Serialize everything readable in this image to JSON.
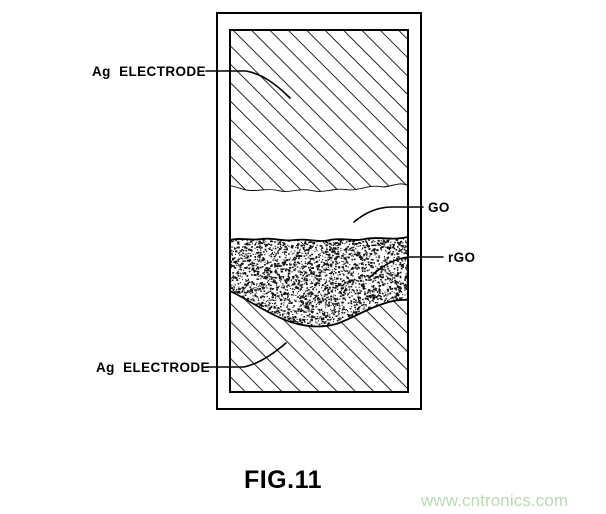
{
  "figure": {
    "caption": "FIG.11",
    "watermark": "www.cntronics.com",
    "watermark_color": "#bcd9b4",
    "stroke_color": "#000000",
    "background_color": "#ffffff"
  },
  "labels": {
    "top_electrode": "Ag  ELECTRODE",
    "go_layer": "GO",
    "rgo_layer": "rGO",
    "bottom_electrode": "Ag  ELECTRODE"
  },
  "layers": [
    {
      "name": "top-electrode",
      "material": "Ag  ELECTRODE",
      "fill_pattern": "diagonal-hatch",
      "order": 1
    },
    {
      "name": "go-layer",
      "material": "GO",
      "fill_pattern": "blank",
      "order": 2
    },
    {
      "name": "rgo-layer",
      "material": "rGO",
      "fill_pattern": "stipple",
      "order": 3
    },
    {
      "name": "bottom-electrode",
      "material": "Ag  ELECTRODE",
      "fill_pattern": "diagonal-hatch",
      "order": 4
    }
  ]
}
